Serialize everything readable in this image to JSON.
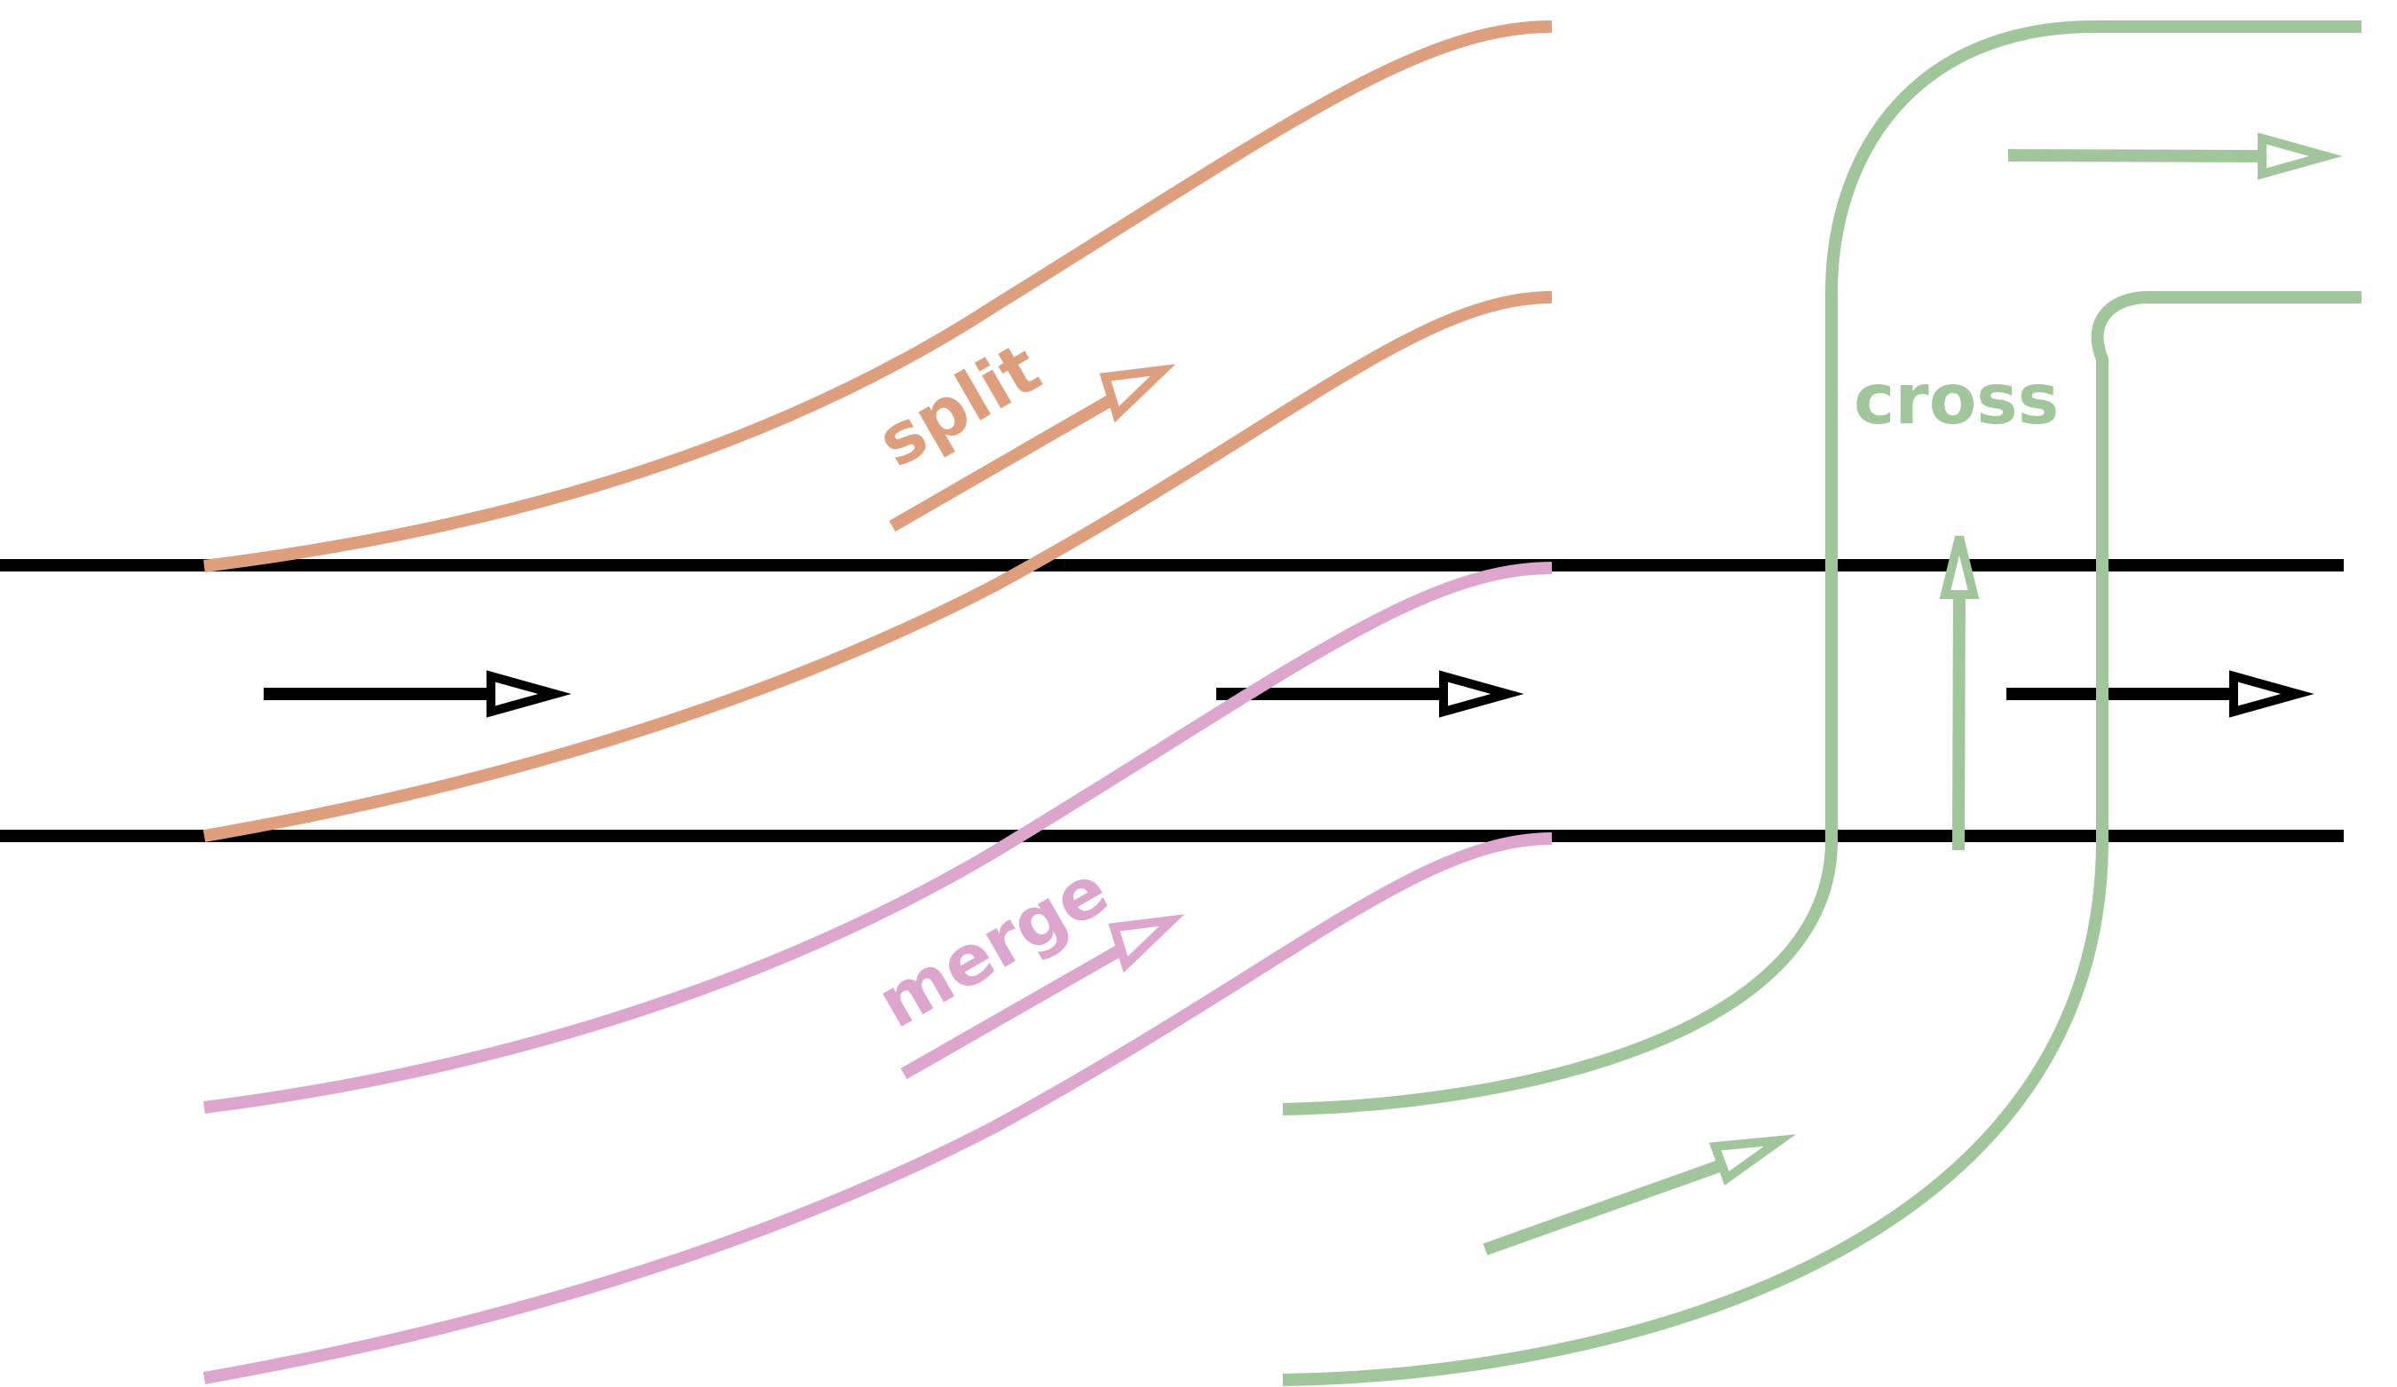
{
  "labels": {
    "split": "split",
    "merge": "merge",
    "cross": "cross"
  },
  "colors": {
    "main": "#000000",
    "split": "#dd9f7d",
    "merge": "#dda6cc",
    "cross": "#a2c69b"
  }
}
